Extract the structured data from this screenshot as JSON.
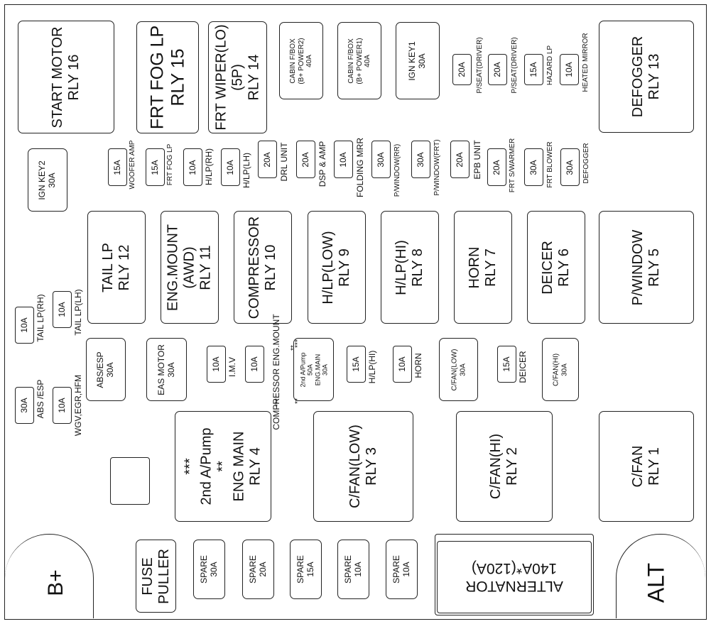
{
  "relays": {
    "r16": "START MOTOR\nRLY 16",
    "r15": "FRT FOG LP\nRLY 15",
    "r14": "FRT WIPER(LO)\n(5P)\nRLY 14",
    "r13": "DEFOGGER\nRLY 13",
    "r12": "TAIL LP\nRLY 12",
    "r11": "ENG.MOUNT\n(AWD)\nRLY 11",
    "r10": "COMPRESSOR\nRLY 10",
    "r9": "H/LP(LOW)\nRLY 9",
    "r8": "H/LP(HI)\nRLY 8",
    "r7": "HORN\nRLY 7",
    "r6": "DEICER\nRLY 6",
    "r5": "P/WINDOW\nRLY 5",
    "r4": "***\n2nd A/Pump\n**\nENG MAIN\nRLY 4",
    "r3": "C/FAN(LOW)\nRLY 3",
    "r2": "C/FAN(HI)\nRLY 2",
    "r1": "C/FAN\nRLY 1"
  },
  "top_fuses": {
    "cabin2": "CABIN F/BOX\n(B+ POWER2)\n40A",
    "cabin1": "CABIN F/BOX\n(B+ POWER1)\n40A",
    "ign1": "IGN KEY1\n30A",
    "pseat1_amp": "20A",
    "pseat1_lbl": "P/SEAT(DRIVER)",
    "pseat2_amp": "20A",
    "pseat2_lbl": "P/SEAT(DRIVER)",
    "hazard_amp": "15A",
    "hazard_lbl": "HAZARD LP",
    "mirror_amp": "10A",
    "mirror_lbl": "HEATED MIRROR"
  },
  "mid_fuses": {
    "ign2": "IGN KEY2\n30A",
    "woofer_amp": "15A",
    "woofer_lbl": "WOOFER AMP",
    "fog_amp": "15A",
    "fog_lbl": "FRT FOG LP",
    "hlprh_amp": "10A",
    "hlprh_lbl": "H/LP(RH)",
    "hlplh_amp": "10A",
    "hlplh_lbl": "H/LP(LH)",
    "drl_amp": "20A",
    "drl_lbl": "DRL UNIT",
    "dsp_amp": "20A",
    "dsp_lbl": "DSP & AMP",
    "fold_amp": "10A",
    "fold_lbl": "FOLDING MRR",
    "pwrr_amp": "30A",
    "pwrr_lbl": "P/WINDOW(RR)",
    "pwfrt_amp": "30A",
    "pwfrt_lbl": "P/WINDOW(FRT)",
    "epb_amp": "20A",
    "epb_lbl": "EPB UNIT",
    "warmer_amp": "20A",
    "warmer_lbl": "FRT S/WARMER",
    "blower_amp": "30A",
    "blower_lbl": "FRT BLOWER",
    "defog_amp": "30A",
    "defog_lbl": "DEFOGGER"
  },
  "lower_fuses": {
    "tailrh_amp": "10A",
    "tailrh_lbl": "TAIL LP(RH)",
    "taillh_amp": "10A",
    "taillh_lbl": "TAIL LP(LH)",
    "absesp_big": "ABS/ESP\n30A",
    "eas": "EAS MOTOR\n30A",
    "imv_amp": "10A",
    "imv_lbl": "I.M.V",
    "comp_amp": "10A",
    "comp_lbl": "COMPRESSOR\nENG.MOUNT",
    "comp_stars1": "**",
    "comp_stars2": "***",
    "apump": "2nd A/Pump\n50A\nENG.MAIN\n30A",
    "apump_stars1": "**",
    "apump_stars2": "***",
    "hlphi_amp": "15A",
    "hlphi_lbl": "H/LP(HI)",
    "horn_amp": "10A",
    "horn_lbl": "HORN",
    "cfanlow": "C/FAN(LOW)\n30A",
    "deicer_amp": "15A",
    "deicer_lbl": "DEICER",
    "cfanhi": "C/FAN(HI)\n30A",
    "abs_amp": "30A",
    "abs_lbl": "ABS /ESP",
    "wgv_amp": "10A",
    "wgv_lbl": "WGV,EGR,HFM"
  },
  "bottom": {
    "bplus": "B+",
    "puller": "FUSE\nPULLER",
    "spare30": "SPARE\n30A",
    "spare20": "SPARE\n20A",
    "spare15": "SPARE\n15A",
    "spare10a": "SPARE\n10A",
    "spare10b": "SPARE\n10A",
    "alternator": "ALTERNATOR\n140A*(120A)",
    "alt": "ALT"
  }
}
